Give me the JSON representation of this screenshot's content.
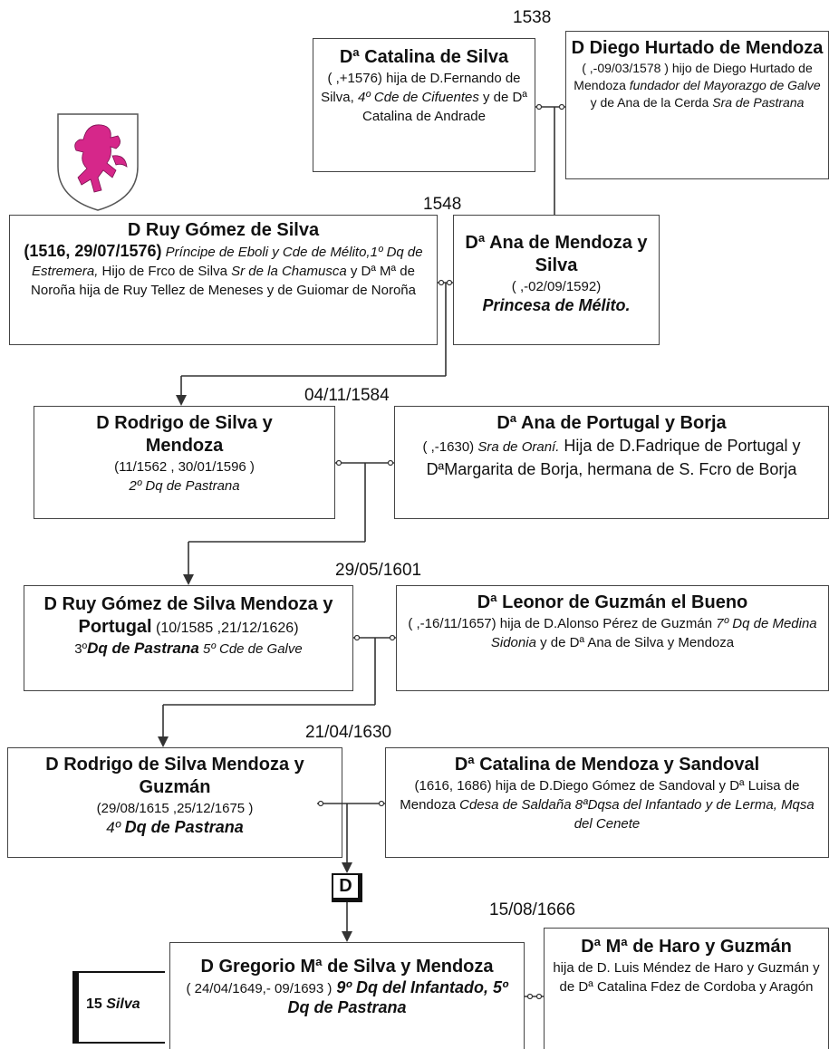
{
  "dates": [
    "1538",
    "1548",
    "04/11/1584",
    "29/05/1601",
    "21/04/1630",
    "15/08/1666"
  ],
  "catalina_silva": {
    "name": "Dª Catalina de Silva",
    "dates": "( ,+1576)",
    "t1": " hija de D.Fernando de Silva, ",
    "t2": "4º Cde de Cifuentes",
    "t3": " y de Dª Catalina de Andrade"
  },
  "diego_hurtado": {
    "name": "D Diego Hurtado de Mendoza",
    "dates": "( ,-09/03/1578 )",
    "t1": " hijo de Diego Hurtado de Mendoza ",
    "t2": "fundador del Mayorazgo de Galve",
    "t3": " y de Ana de la Cerda ",
    "t4": "Sra de Pastrana"
  },
  "ruy_gomez": {
    "name": "D Ruy Gómez de Silva",
    "dates": "(1516, 29/07/1576)",
    "t1": " Príncipe de Eboli y Cde de Mélito,1º Dq de Estremera,",
    "t2": " Hijo de Frco de Silva ",
    "t3": "Sr de la Chamusca",
    "t4": " y Dª Mª de Noroña hija de Ruy Tellez de Meneses y de  Guiomar de Noroña"
  },
  "ana_mendoza": {
    "name": "Dª Ana de Mendoza y Silva",
    "dates": "( ,-02/09/1592)",
    "title": "Princesa de Mélito."
  },
  "rodrigo_silva": {
    "name": "D Rodrigo de Silva y Mendoza",
    "dates": "(11/1562 , 30/01/1596 )",
    "title": "2º Dq de Pastrana"
  },
  "ana_portugal": {
    "name": "Dª Ana de Portugal y Borja",
    "dates": "( ,-1630) ",
    "t1": "Sra de Oraní.",
    "t2": " Hija de D.Fadrique de Portugal y DªMargarita de Borja, hermana de S. Fcro de Borja"
  },
  "ruy_gomez_2": {
    "name": "D Ruy Gómez de Silva Mendoza y Portugal",
    "dates": "  (10/1585 ,21/12/1626)",
    "t1": "3º",
    "t2": "Dq de Pastrana",
    "t3": " 5º Cde de Galve"
  },
  "leonor_guzman": {
    "name": "Dª Leonor de Guzmán el Bueno",
    "dates": "( ,-16/11/1657)",
    "t1": " hija de D.Alonso Pérez de Guzmán ",
    "t2": "7º Dq de Medina Sidonia",
    "t3": " y de Dª Ana de Silva y Mendoza"
  },
  "rodrigo_silva_2": {
    "name": "D Rodrigo de Silva Mendoza y Guzmán",
    "dates": "(29/08/1615 ,25/12/1675 )",
    "t1": "4º ",
    "t2": "Dq de Pastrana"
  },
  "catalina_mendoza": {
    "name": "Dª Catalina de Mendoza y Sandoval",
    "dates": "(1616, 1686)",
    "t1": " hija de D.Diego Gómez de Sandoval y Dª Luisa de Mendoza ",
    "t2": "Cdesa de Saldaña 8ªDqsa del Infantado y de Lerma, Mqsa del Cenete"
  },
  "marker": "D",
  "gregorio": {
    "name": "D Gregorio Mª de Silva y Mendoza",
    "dates": "( 24/04/1649,- 09/1693 )",
    "t1": " 9º Dq del Infantado, 5º Dq de Pastrana"
  },
  "maria_haro": {
    "name": "Dª Mª de Haro y Guzmán",
    "t1": "hija de D. Luis Méndez de Haro y Guzmán y de Dª Catalina Fdez de Cordoba y Aragón"
  },
  "side_tab": {
    "number": "15 ",
    "name": "Silva"
  },
  "colors": {
    "shield_lion": "#d6278a",
    "line": "#333333"
  }
}
